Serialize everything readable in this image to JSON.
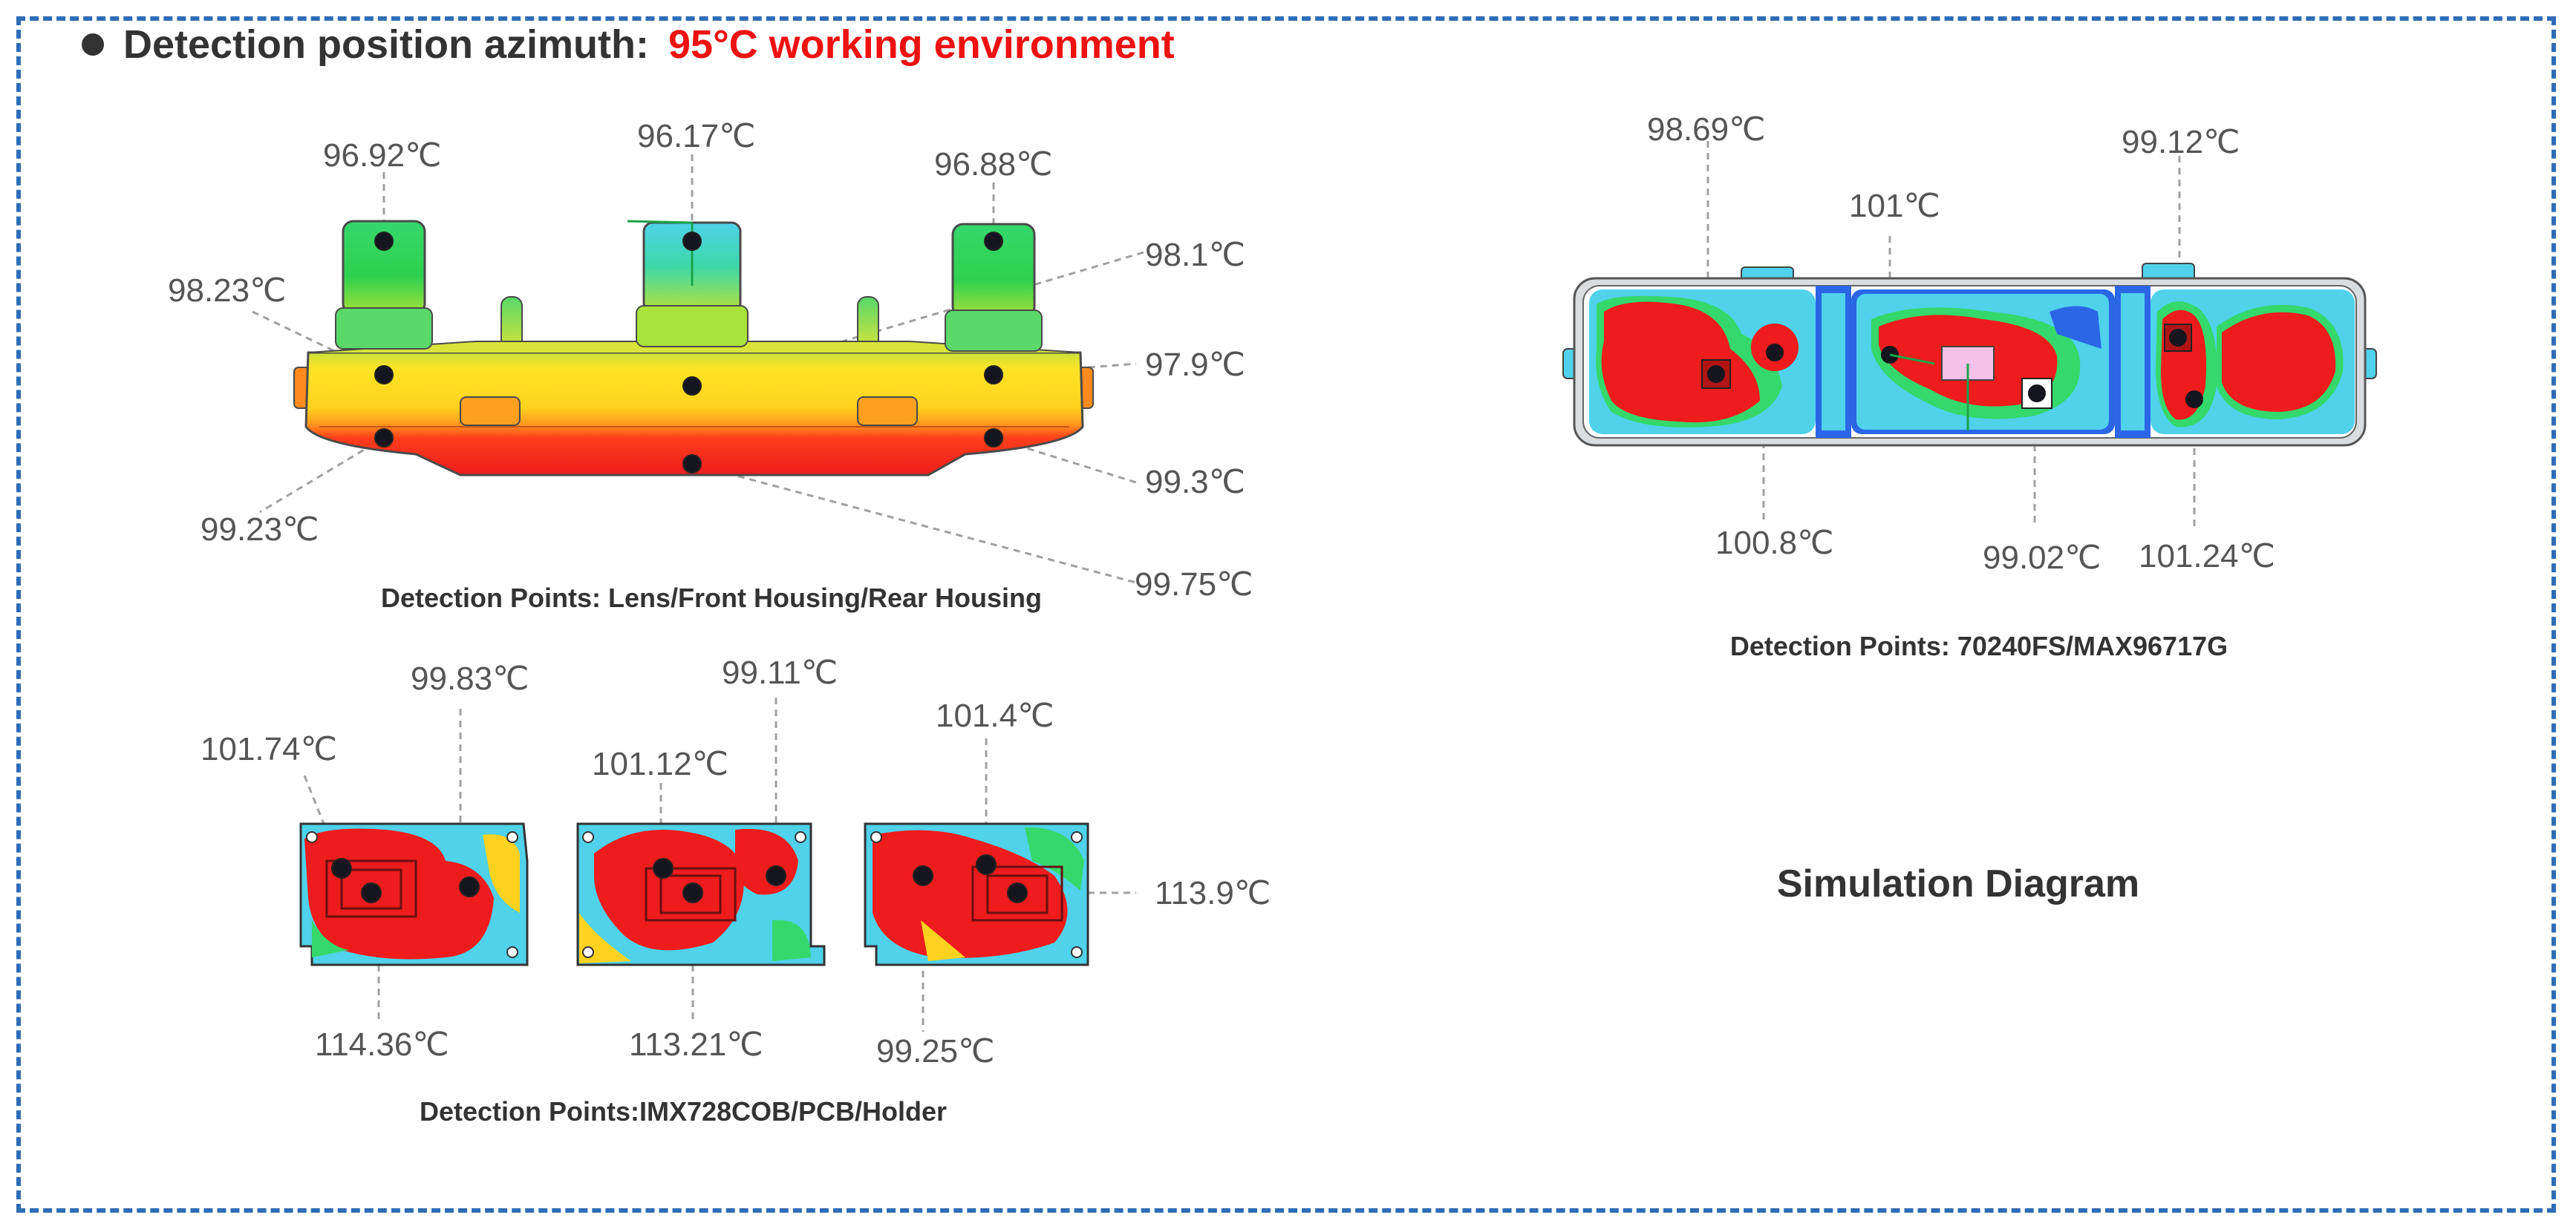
{
  "heading": {
    "prefix": "Detection position azimuth:",
    "highlight": "95°C working environment"
  },
  "colors": {
    "frame": "#2f6db5",
    "heading_text": "#333333",
    "highlight": "#ee1111",
    "bullet": "#333333",
    "hot": "#ee1c1c",
    "warm": "#ffd21f",
    "mid": "#35d86a",
    "cool": "#4fd2ea",
    "cold": "#2b66e6"
  },
  "panels": {
    "housing": {
      "caption": "Detection Points: Lens/Front Housing/Rear Housing",
      "labels": {
        "lens_left": "96.92℃",
        "lens_center": "96.17℃",
        "lens_right": "96.88℃",
        "front_left": "98.23℃",
        "front_right_top": "98.1℃",
        "front_right": "97.9℃",
        "rear_left": "99.23℃",
        "rear_right": "99.3℃",
        "rear_center": "99.75℃"
      }
    },
    "board_top": {
      "caption": "Detection Points: 70240FS/MAX96717G",
      "labels": {
        "left_top": "98.69℃",
        "center_top": "101℃",
        "right_top": "99.12℃",
        "left_bottom": "100.8℃",
        "center_bottom": "99.02℃",
        "right_bottom": "101.24℃"
      }
    },
    "sensor": {
      "caption": "Detection Points:IMX728COB/PCB/Holder",
      "labels": {
        "a_top_left": "101.74℃",
        "a_top_right": "99.83℃",
        "a_bottom": "114.36℃",
        "b_top_left": "101.12℃",
        "b_top_right": "99.11℃",
        "b_bottom": "113.21℃",
        "c_top": "101.4℃",
        "c_right": "113.9℃",
        "c_bottom": "99.25℃"
      }
    }
  },
  "simulation_label": "Simulation Diagram"
}
